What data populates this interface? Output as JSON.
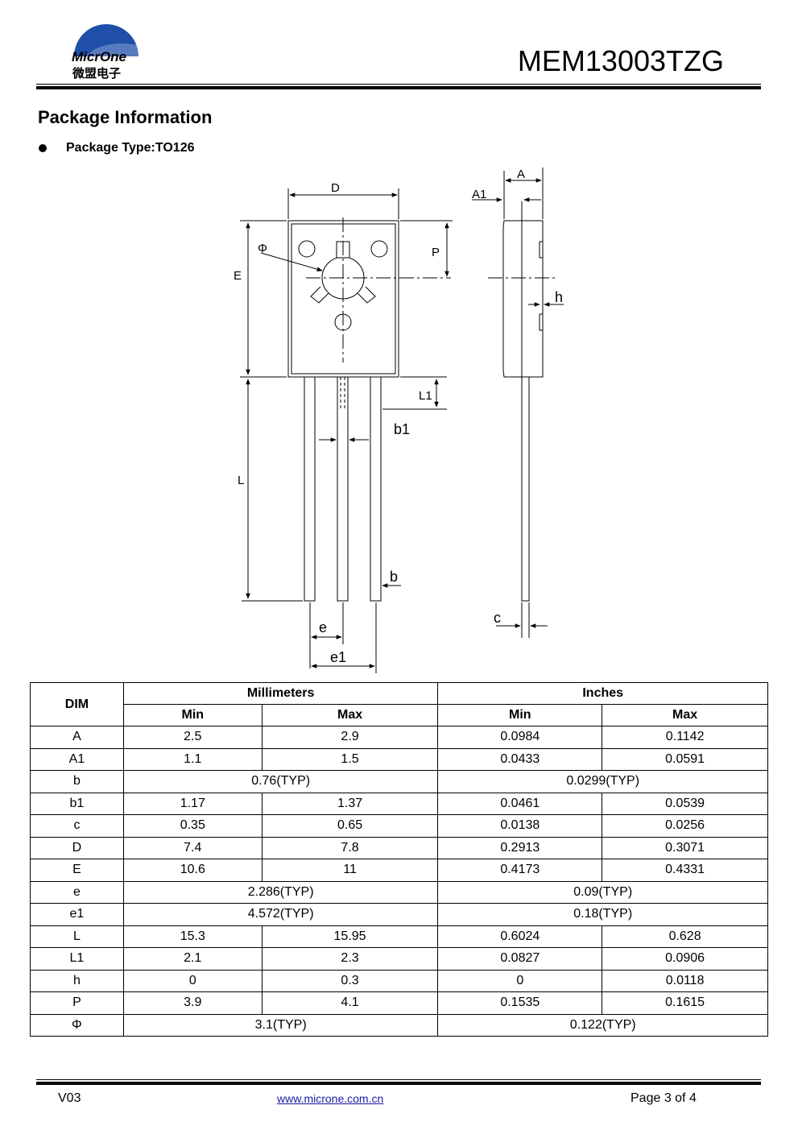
{
  "header": {
    "logo_text": "MicrOne",
    "logo_subtext": "微盟电子",
    "part_number": "MEM13003TZG"
  },
  "section_title": "Package Information",
  "package_type": "Package Type:TO126",
  "drawing": {
    "labels": {
      "D": "D",
      "E": "E",
      "P": "P",
      "phi": "Φ",
      "L": "L",
      "L1": "L1",
      "b1": "b1",
      "b": "b",
      "e": "e",
      "e1": "e1",
      "A": "A",
      "A1": "A1",
      "h": "h",
      "c": "c"
    }
  },
  "table": {
    "dim_header": "DIM",
    "mm_header": "Millimeters",
    "in_header": "Inches",
    "min_label": "Min",
    "max_label": "Max",
    "rows": [
      {
        "dim": "A",
        "mm_min": "2.5",
        "mm_max": "2.9",
        "in_min": "0.0984",
        "in_max": "0.1142"
      },
      {
        "dim": "A1",
        "mm_min": "1.1",
        "mm_max": "1.5",
        "in_min": "0.0433",
        "in_max": "0.0591"
      },
      {
        "dim": "b",
        "mm_typ": "0.76(TYP)",
        "in_typ": "0.0299(TYP)"
      },
      {
        "dim": "b1",
        "mm_min": "1.17",
        "mm_max": "1.37",
        "in_min": "0.0461",
        "in_max": "0.0539"
      },
      {
        "dim": "c",
        "mm_min": "0.35",
        "mm_max": "0.65",
        "in_min": "0.0138",
        "in_max": "0.0256"
      },
      {
        "dim": "D",
        "mm_min": "7.4",
        "mm_max": "7.8",
        "in_min": "0.2913",
        "in_max": "0.3071"
      },
      {
        "dim": "E",
        "mm_min": "10.6",
        "mm_max": "11",
        "in_min": "0.4173",
        "in_max": "0.4331"
      },
      {
        "dim": "e",
        "mm_typ": "2.286(TYP)",
        "in_typ": "0.09(TYP)"
      },
      {
        "dim": "e1",
        "mm_typ": "4.572(TYP)",
        "in_typ": "0.18(TYP)"
      },
      {
        "dim": "L",
        "mm_min": "15.3",
        "mm_max": "15.95",
        "in_min": "0.6024",
        "in_max": "0.628"
      },
      {
        "dim": "L1",
        "mm_min": "2.1",
        "mm_max": "2.3",
        "in_min": "0.0827",
        "in_max": "0.0906"
      },
      {
        "dim": "h",
        "mm_min": "0",
        "mm_max": "0.3",
        "in_min": "0",
        "in_max": "0.0118"
      },
      {
        "dim": "P",
        "mm_min": "3.9",
        "mm_max": "4.1",
        "in_min": "0.1535",
        "in_max": "0.1615"
      },
      {
        "dim": "Φ",
        "mm_typ": "3.1(TYP)",
        "in_typ": "0.122(TYP)"
      }
    ]
  },
  "footer": {
    "version": "V03",
    "url": "www.microne.com.cn",
    "page": "Page 3 of 4"
  },
  "colors": {
    "logo_blue": "#1f4fa8",
    "link": "#1a1aa6"
  }
}
